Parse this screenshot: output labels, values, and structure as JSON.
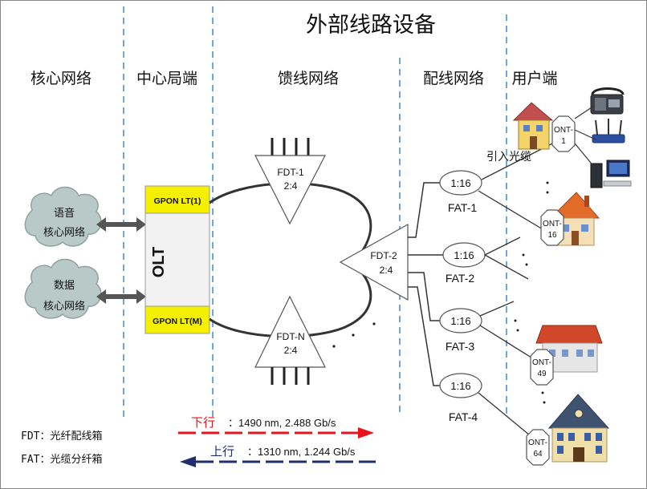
{
  "title": "外部线路设备",
  "sections": {
    "core": "核心网络",
    "central_office": "中心局端",
    "feeder": "馈线网络",
    "distribution": "配线网络",
    "user": "用户端"
  },
  "clouds": {
    "voice_line1": "语音",
    "voice_line2": "核心网络",
    "data_line1": "数据",
    "data_line2": "核心网络"
  },
  "olt": {
    "label": "OLT",
    "gpon_top": "GPON LT(1)",
    "gpon_bottom": "GPON LT(M)"
  },
  "fdt": {
    "fdt1_name": "FDT-1",
    "fdt1_ratio": "2:4",
    "fdt2_name": "FDT-2",
    "fdt2_ratio": "2:4",
    "fdtn_name": "FDT-N",
    "fdtn_ratio": "2:4"
  },
  "fat": {
    "fat1_ratio": "1:16",
    "fat1_name": "FAT-1",
    "fat2_ratio": "1:16",
    "fat2_name": "FAT-2",
    "fat3_ratio": "1:16",
    "fat3_name": "FAT-3",
    "fat4_ratio": "1:16",
    "fat4_name": "FAT-4"
  },
  "ont": {
    "ont1_a": "ONT-",
    "ont1_b": "1",
    "ont16_a": "ONT-",
    "ont16_b": "16",
    "ont49_a": "ONT-",
    "ont49_b": "49",
    "ont64_a": "ONT-",
    "ont64_b": "64"
  },
  "drop_cable": "引入光缆",
  "legend": {
    "fdt": "FDT：光纤配线箱",
    "fat": "FAT：光缆分纤箱"
  },
  "downstream": {
    "label": "下行",
    "spec": "：1490 nm, 2.488 Gb/s",
    "color": "#e8141b"
  },
  "upstream": {
    "label": "上行",
    "spec": "：1310 nm, 1.244 Gb/s",
    "color": "#1f2e6e"
  },
  "colors": {
    "divider": "#4a90d9",
    "gpon": "#f4f000",
    "cloud": "#b8c8c8",
    "arrow_gray": "#555555"
  }
}
